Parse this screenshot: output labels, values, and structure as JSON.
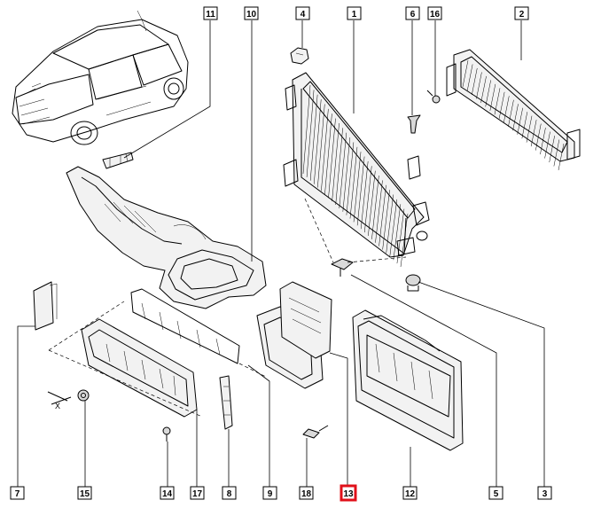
{
  "callouts": [
    {
      "id": "c11",
      "label": "11",
      "highlight": false
    },
    {
      "id": "c10",
      "label": "10",
      "highlight": false
    },
    {
      "id": "c4",
      "label": "4",
      "highlight": false
    },
    {
      "id": "c1",
      "label": "1",
      "highlight": false
    },
    {
      "id": "c6",
      "label": "6",
      "highlight": false
    },
    {
      "id": "c16",
      "label": "16",
      "highlight": false
    },
    {
      "id": "c2",
      "label": "2",
      "highlight": false
    },
    {
      "id": "c7",
      "label": "7",
      "highlight": false
    },
    {
      "id": "c15",
      "label": "15",
      "highlight": false
    },
    {
      "id": "c14",
      "label": "14",
      "highlight": false
    },
    {
      "id": "c17",
      "label": "17",
      "highlight": false
    },
    {
      "id": "c8",
      "label": "8",
      "highlight": false
    },
    {
      "id": "c9",
      "label": "9",
      "highlight": false
    },
    {
      "id": "c18",
      "label": "18",
      "highlight": false
    },
    {
      "id": "c13",
      "label": "13",
      "highlight": true
    },
    {
      "id": "c12",
      "label": "12",
      "highlight": false
    },
    {
      "id": "c5",
      "label": "5",
      "highlight": false
    },
    {
      "id": "c3",
      "label": "3",
      "highlight": false
    }
  ],
  "marks": {
    "x_mark": "X"
  },
  "colors": {
    "line": "#000000",
    "highlight": "#e0101a",
    "background": "#ffffff"
  }
}
